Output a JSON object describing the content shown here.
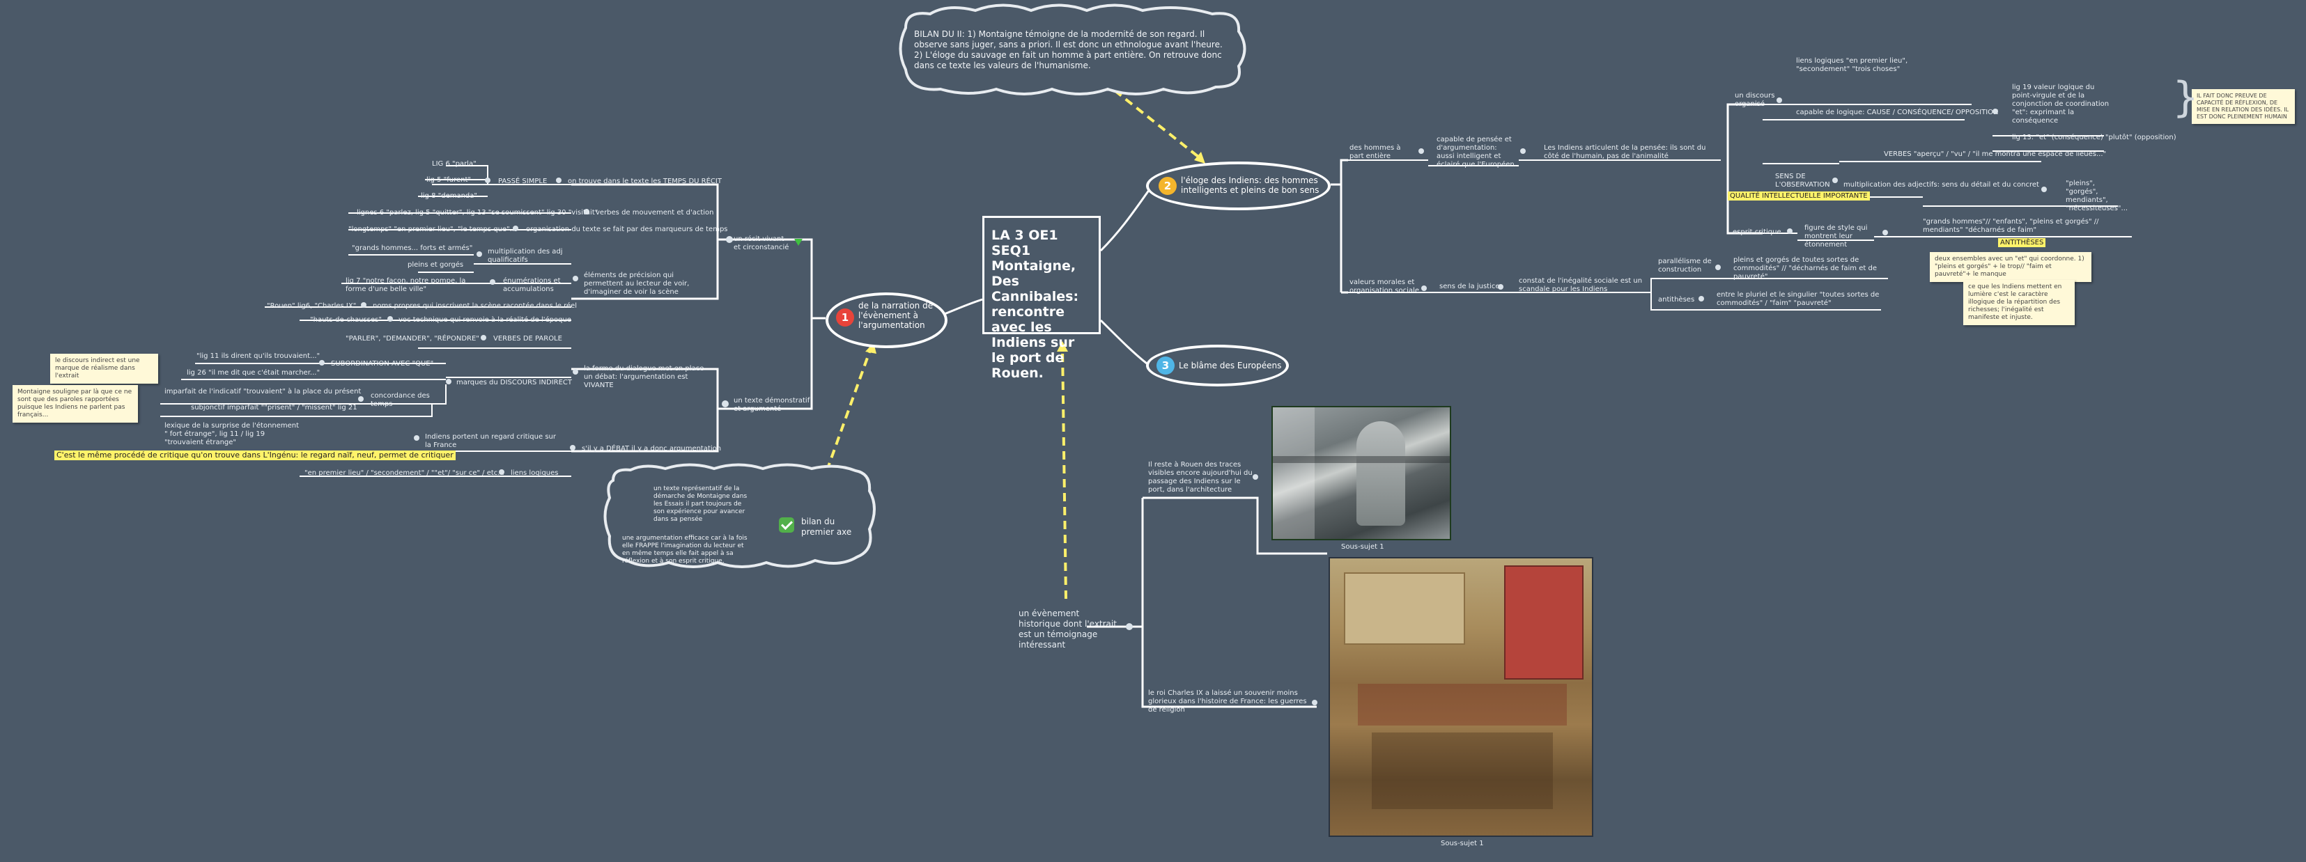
{
  "central": {
    "title": "LA 3 OE1 SEQ1 Montaigne, Des Cannibales: rencontre avec les Indiens sur le port de Rouen."
  },
  "branches": {
    "b1": {
      "number": "1",
      "label": "de la narration de l'évènement à l'argumentation"
    },
    "b2": {
      "number": "2",
      "label": "l'éloge des Indiens: des hommes intelligents et pleins de bon sens"
    },
    "b3": {
      "number": "3",
      "label": "Le blâme des Européens"
    }
  },
  "clouds": {
    "bilan2": "BILAN DU II: 1) Montaigne témoigne de la modernité de son regard. Il observe sans juger, sans a priori. Il est donc un ethnologue avant l'heure. 2) L'éloge du sauvage en fait un homme à part entière. On retrouve donc dans ce texte les valeurs de l'humanisme.",
    "bilan1_a": "un texte représentatif de la démarche de Montaigne dans les Essais il part toujours de son expérience pour avancer dans sa pensée",
    "bilan1_b": "une argumentation efficace car à la fois elle FRAPPE l'imagination du lecteur et en même temps elle fait appel à sa réflexion et à son esprit critique.",
    "bilan1_title": "bilan du premier axe"
  },
  "left": {
    "recit": "un récit vivant et circonstancié",
    "passe_simple": "PASSÉ SIMPLE",
    "temps_recit": "on trouve dans le texte les TEMPS DU RÉCIT",
    "lig6": "LIG 6 \"parla\"",
    "lig5": "lig 5 \"furent\"",
    "lig8": "lig 8 \"demanda\"",
    "verbes_mvt": "verbes de mouvement et d'action",
    "lignes6": "lignes 6 \"parlez, lig 5 \"quitter\", lig 13 \"se soumissent\" lig 30 \"visitait\"",
    "marqueurs": "organisation du texte se fait par des marqueurs de temps",
    "longtemps": "\"longtemps\" \"en premier lieu\", \"le temps que\"...",
    "precision": "éléments de précision qui permettent au lecteur de voir, d'imaginer de voir la scène",
    "multi_adj": "multiplication des adj qualificatifs",
    "grands_hommes": "\"grands hommes... forts et armés\"",
    "pleins_gorges": "pleins et gorgés",
    "enumerations": "énumérations et accumulations",
    "lig7": "lig 7 \"notre façon, notre pompe, la forme d'une belle ville\"",
    "noms_propres": "noms propres qui inscrivent la scène racontée dans le réel",
    "rouen": "\"Rouen\" lig6, \"Charles IX\"",
    "voc_tech": "voc technique qui renvoie à la réalité de l'époque",
    "hauts_chausses": "\"hauts-de-chausses\"",
    "argumentatif": "un texte démonstratif et argumenté",
    "verbes_parole": "VERBES DE PAROLE",
    "parler": "\"PARLER\", \"DEMANDER\", \"RÉPONDRE\"",
    "dialogue": "la forme du dialogue met en place un débat: l'argumentation est VIVANTE",
    "subordination": "SUBORDINATION AVEC \"QUE\"",
    "lig11": "\"lig 11 ils dirent qu'ils trouvaient...\"",
    "lig26": "lig 26 \"il me dit que c'était marcher...\"",
    "discours": "marques du DISCOURS INDIRECT",
    "concordance": "concordance des temps",
    "imparfait": "imparfait de l'indicatif \"trouvaient\" à la place du présent",
    "subjonctif": "subjonctif imparfait \"\"prisent\" / \"missent\" lig 21",
    "regard": "Indiens portent un regard critique sur la France",
    "lexique": "lexique de la surprise de l'étonnement \" fort étrange\", lig 11 / lig 19 \"trouvaient étrange\"",
    "debat": "s'il y a DÉBAT il y a donc argumentation",
    "liens": "liens logiques",
    "en_premier": "\"en premier lieu\" / \"secondement\" / \"\"et\"/ \"sur ce\" / etc...",
    "note_discours": "le discours indirect est une marque de réalisme dans l'extrait",
    "note_montaigne": "Montaigne souligne par là que ce ne sont que des paroles rapportées puisque les Indiens ne parlent pas français...",
    "highlight": "C'est le même procédé de critique qu'on trouve dans L'Ingénu: le regard naïf, neuf, permet de critiquer"
  },
  "right": {
    "hommes_part": "des hommes à part entière",
    "capables": "capable de pensée et d'argumentation: aussi intelligent et éclairé que l'Européen.",
    "indiens_articulent": "Les Indiens articulent de la pensée: ils sont du côté de l'humain, pas de l'animalité",
    "discours_org": "un discours organisé",
    "liens_logiques": "liens logiques \"en premier lieu\", \"secondement\" \"trois choses\"",
    "capable_logique": "capable de logique: CAUSE / CONSÉQUENCE/ OPPOSITION",
    "lig19": "lig 19 valeur logique du point-virgule et de la conjonction de coordination \"et\": exprimant la conséquence",
    "lig13": "lig 13: \"et\" (conséquence) \"plutôt\" (opposition)",
    "sens_obs": "SENS DE L'OBSERVATION",
    "qualite": "QUALITÉ INTELLECTUELLE IMPORTANTE",
    "verbes_apercu": "VERBES \"aperçu\" / \"vu\" / \"il me montra une espace de lieues...\"",
    "multi_adj": "multiplication des adjectifs: sens du détail et du concret",
    "pleins": "\"pleins\", \"gorgés\", mendiants\", \"nécessiteuses\"...",
    "esprit_critique": "esprit critique",
    "figure_style": "figure de style qui montrent leur étonnement",
    "grands_hommes": "\"grands hommes\"// \"enfants\", \"pleins et gorgés\" // mendiants\" \"décharnés de faim\"",
    "antitheses": "ANTITHÈSES",
    "note_fait": "IL FAIT DONC PREUVE DE CAPACITÉ DE RÉFLEXION, DE MISE EN RELATION DES IDÉES. IL EST DONC PLEINEMENT HUMAIN",
    "valeurs": "valeurs morales et organisation sociale",
    "sens_justice": "sens de la justice",
    "constat": "constat de l'inégalité sociale est un scandale pour les Indiens",
    "parallelisme": "parallélisme de construction",
    "pleins_gorges": "pleins et gorgés de toutes sortes de commodités\" // \"décharnés de faim et de pauvreté\"",
    "note_deux": "deux ensembles avec un \"et\" qui coordonne. 1) \"pleins et gorgés\" + le trop// \"faim et pauvreté\"+ le manque",
    "antitheses2": "antithèses",
    "pluriel": "entre le pluriel et le singulier \"toutes sortes de commodités\" / \"faim\" \"pauvreté\"",
    "note_indiens": "ce que les Indiens mettent en lumière c'est le caractère illogique de la répartition des richesses; l'inégalité est manifeste et injuste."
  },
  "bottom": {
    "evenement": "un évènement historique dont l'extrait est un témoignage intéressant",
    "rouen_traces": "Il reste à Rouen des traces visibles encore aujourd'hui du passage des Indiens sur le port, dans l'architecture",
    "charles": "le roi Charles IX a laissé un souvenir moins glorieux dans l'histoire de France: les guerres de religion",
    "caption1": "Sous-sujet 1",
    "caption2": "Sous-sujet 1"
  }
}
